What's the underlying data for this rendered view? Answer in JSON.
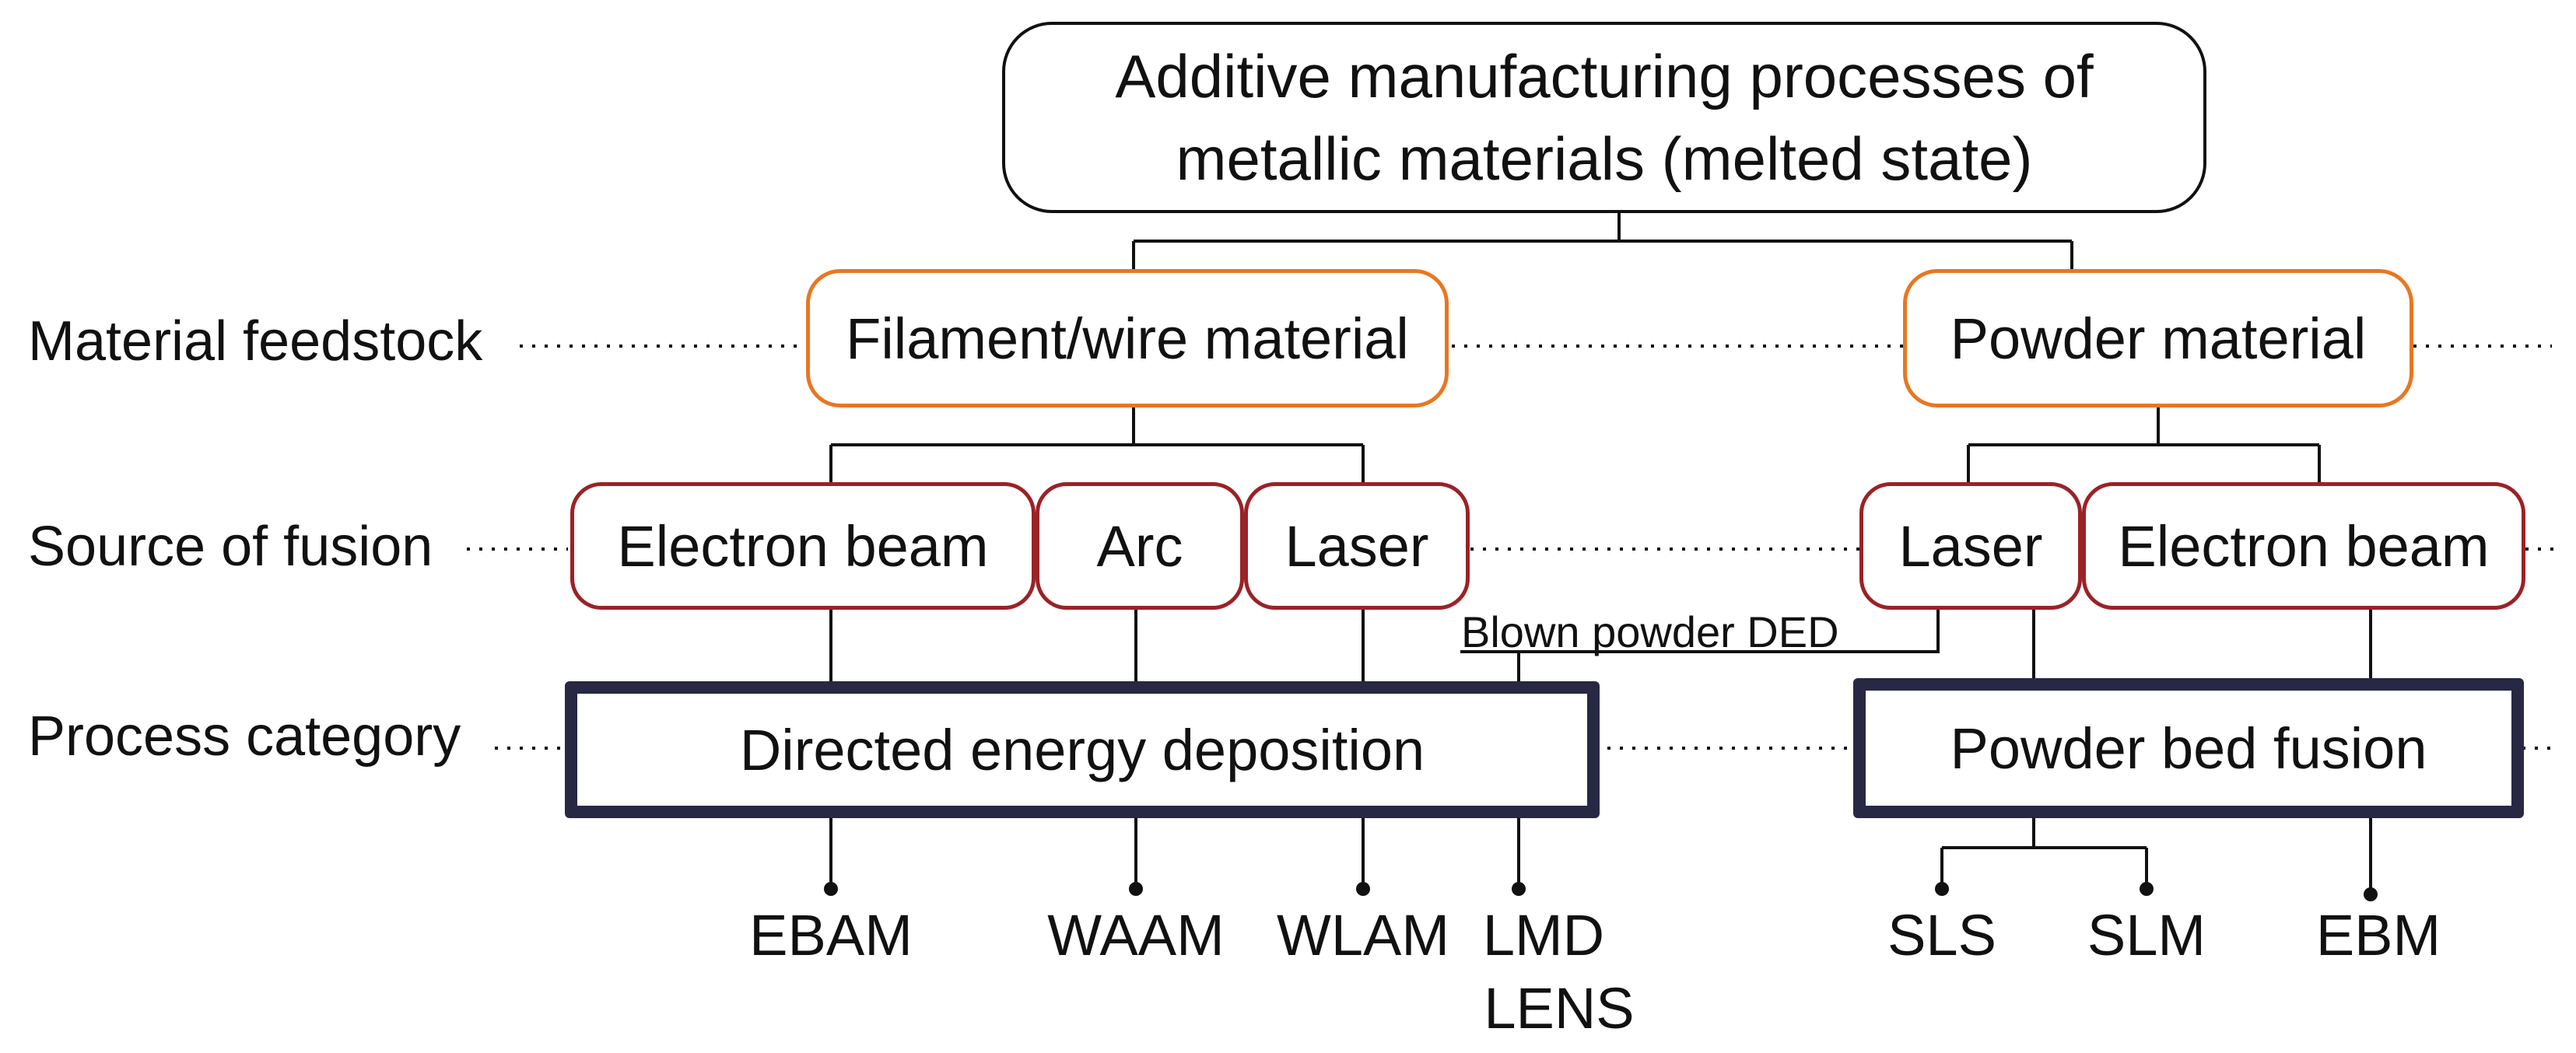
{
  "root": {
    "line1": "Additive manufacturing processes of",
    "line2": "metallic materials (melted state)"
  },
  "row_labels": {
    "feedstock": "Material feedstock",
    "fusion": "Source of fusion",
    "category": "Process category"
  },
  "feedstock": {
    "filament": "Filament/wire material",
    "powder": "Powder material"
  },
  "fusion": {
    "left": [
      "Electron beam",
      "Arc",
      "Laser"
    ],
    "right": [
      "Laser",
      "Electron beam"
    ]
  },
  "category": {
    "ded": "Directed energy deposition",
    "pbf": "Powder bed fusion"
  },
  "annotation": "Blown powder DED",
  "leaves": {
    "ebam": "EBAM",
    "waam": "WAAM",
    "wlam": "WLAM",
    "lmd": "LMD",
    "lens": "LENS",
    "sls": "SLS",
    "slm": "SLM",
    "ebm": "EBM"
  },
  "colors": {
    "feedstock_border": "#e87722",
    "fusion_border": "#9b2226",
    "category_border": "#262844"
  }
}
